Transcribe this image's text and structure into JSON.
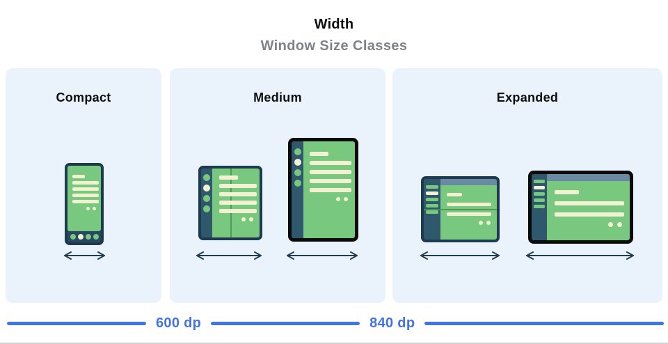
{
  "header": {
    "title": "Width",
    "subtitle": "Window Size Classes"
  },
  "panels": [
    {
      "label": "Compact",
      "devices": [
        "phone-portrait"
      ]
    },
    {
      "label": "Medium",
      "devices": [
        "foldable-portrait",
        "tablet-portrait"
      ]
    },
    {
      "label": "Expanded",
      "devices": [
        "foldable-landscape",
        "tablet-landscape"
      ]
    }
  ],
  "scale": {
    "breakpoint_600": "600 dp",
    "breakpoint_840": "840 dp"
  },
  "colors": {
    "accent_blue": "#4374E4",
    "panel_bg": "#EAF2FB",
    "title_black": "#0D0D0D",
    "subtitle_gray": "#7E8389",
    "frame_navy": "#1D3A4E",
    "frame_black": "#0B0B0B",
    "phone_navbar": "#27485E",
    "rail_steel": "#30586D",
    "topbar_slate": "#6A89A3",
    "screen_green": "#78C87F",
    "content_cream": "#F2F1D1",
    "fold_green": "#4C9158",
    "arrow_navy": "#203C50"
  }
}
